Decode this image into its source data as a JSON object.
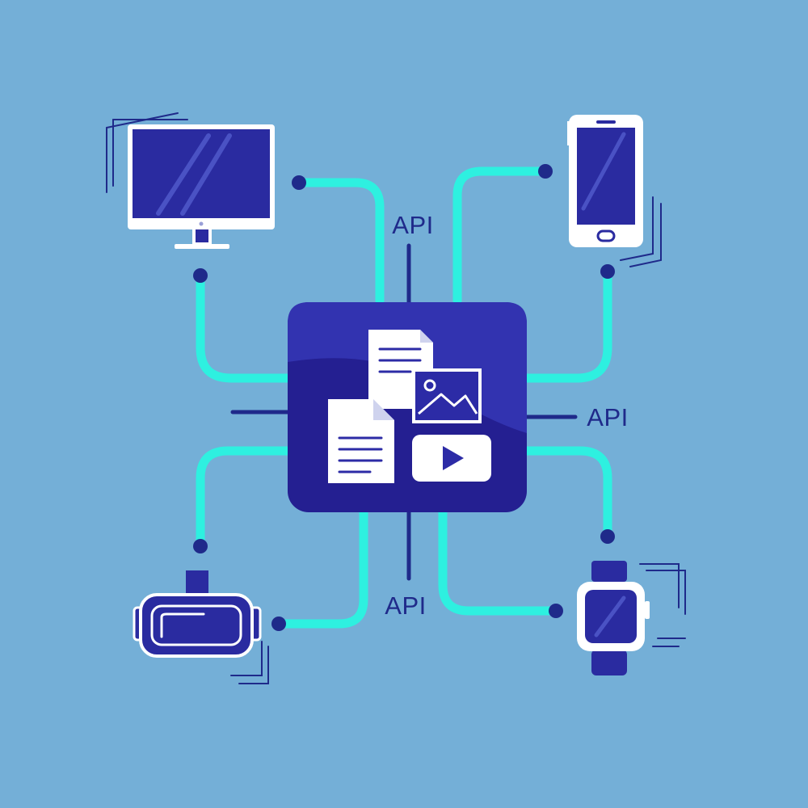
{
  "colors": {
    "background": "#74afd7",
    "hub_fill": "#2c2ba6",
    "hub_fill_dark": "#241f91",
    "connector": "#2ef0e0",
    "line_dark": "#1f2a8a",
    "screen": "#2a2ba0",
    "outline": "#ffffff"
  },
  "api_labels": {
    "top": "API",
    "right": "API",
    "bottom": "API"
  },
  "devices": [
    {
      "name": "desktop-monitor-icon"
    },
    {
      "name": "smartphone-icon"
    },
    {
      "name": "vr-headset-icon"
    },
    {
      "name": "smartwatch-icon"
    }
  ],
  "hub_content_icons": [
    "document-icon",
    "image-icon",
    "file-icon",
    "video-play-icon"
  ]
}
